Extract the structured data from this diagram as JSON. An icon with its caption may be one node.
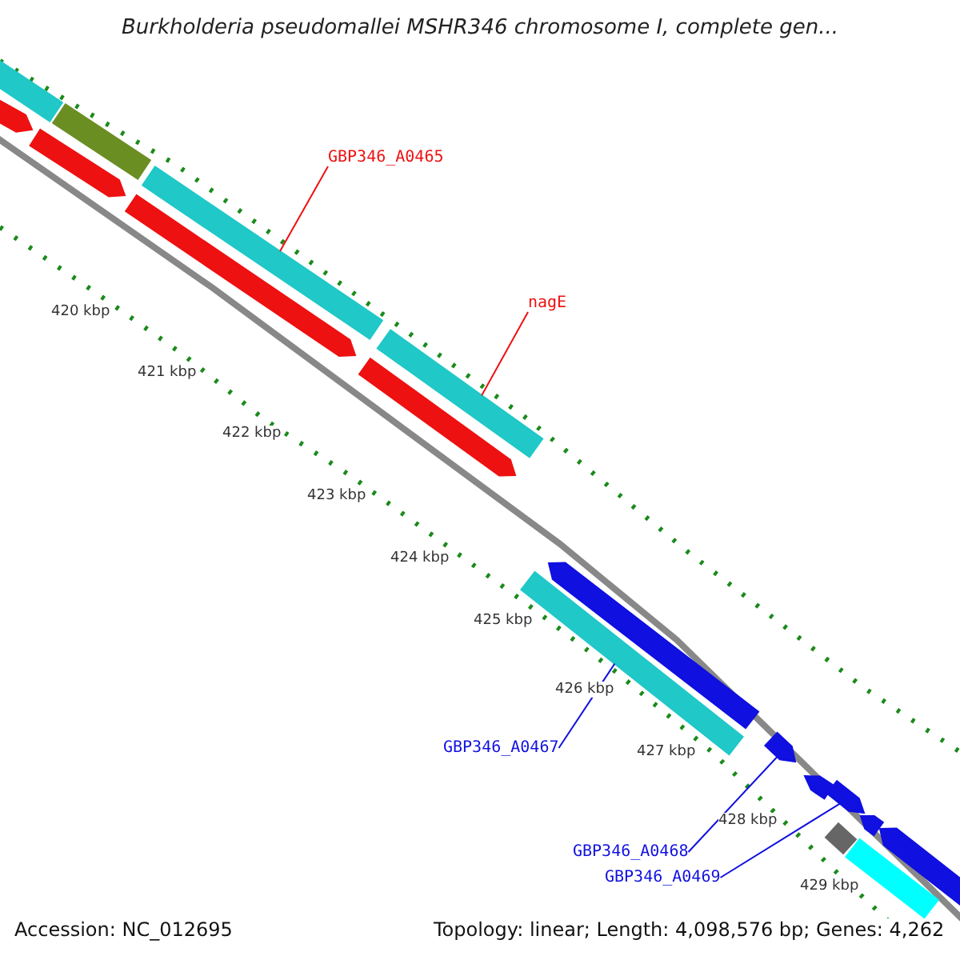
{
  "diagram": {
    "title": "Burkholderia pseudomallei MSHR346 chromosome I, complete gen...",
    "nodes": [
      {
        "text": [
          "GBP346_A0465"
        ]
      },
      {
        "text": [],
        "shape": "bar"
      },
      {
        "text": [
          "nagE"
        ]
      },
      {
        "text": [],
        "shape": "bar"
      },
      {
        "text": [
          "GBP346_A0467"
        ]
      },
      {
        "text": [],
        "shape": "bar"
      },
      {
        "text": [
          "GBP346_A0468"
        ]
      },
      {
        "text": [],
        "shape": "bar"
      },
      {
        "text": [
          "GBP346_A0469"
        ]
      },
      {
        "text": [],
        "shape": "bar"
      }
    ],
    "edges": [
      {
        "from": 0,
        "to": 1,
        "arrow": "none",
        "color": "#ee1111"
      },
      {
        "from": 2,
        "to": 3,
        "arrow": "none",
        "color": "#ee1111"
      },
      {
        "from": 4,
        "to": 5,
        "arrow": "none"
      },
      {
        "from": 6,
        "to": 7,
        "arrow": "none"
      },
      {
        "from": 8,
        "to": 9,
        "arrow": "none"
      }
    ],
    "labels": [
      "420 kbp",
      "421 kbp",
      "422 kbp",
      "423 kbp",
      "424 kbp",
      "425 kbp",
      "426 kbp",
      "427 kbp",
      "428 kbp",
      "429 kbp",
      "Accession: NC_012695",
      "Topology: linear; Length: 4,098,576 bp; Genes: 4,262"
    ]
  }
}
